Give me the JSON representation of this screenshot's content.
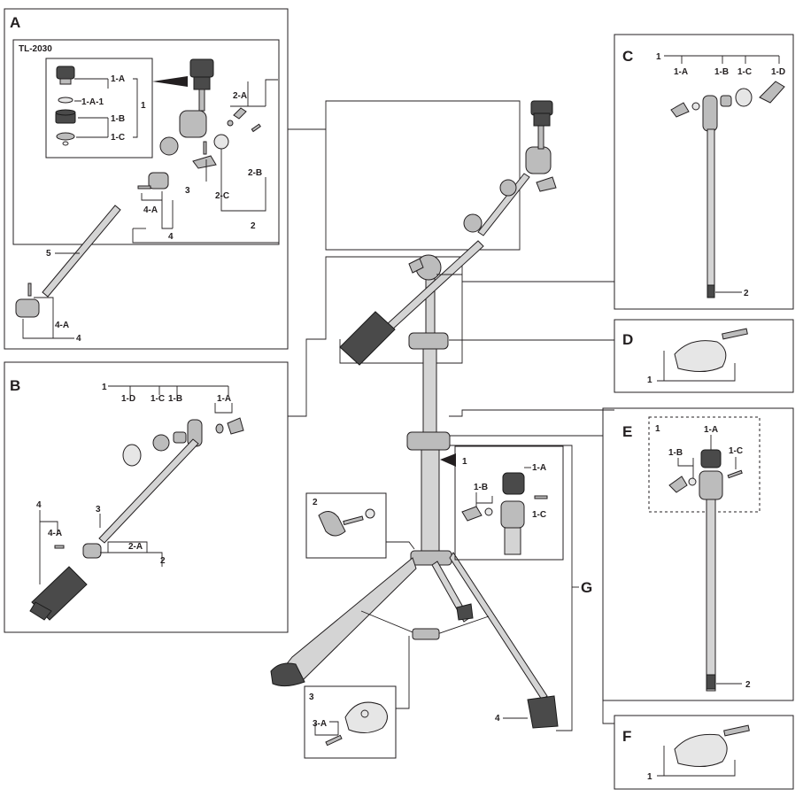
{
  "sections": {
    "a": {
      "letter": "A",
      "model": "TL-2030",
      "labels": [
        "1",
        "1-A",
        "1-A-1",
        "1-B",
        "1-C",
        "2-A",
        "2-B",
        "2-C",
        "2",
        "3",
        "4-A",
        "4",
        "5",
        "4-A",
        "4"
      ]
    },
    "b": {
      "letter": "B",
      "labels": [
        "1",
        "1-D",
        "1-C",
        "1-B",
        "1-A",
        "3",
        "4",
        "4-A",
        "2-A",
        "2"
      ]
    },
    "c": {
      "letter": "C",
      "labels": [
        "1",
        "1-A",
        "1-B",
        "1-C",
        "1-D",
        "2"
      ]
    },
    "d": {
      "letter": "D",
      "labels": [
        "1"
      ]
    },
    "e": {
      "letter": "E",
      "labels": [
        "1",
        "1-A",
        "1-B",
        "1-C",
        "2"
      ]
    },
    "f": {
      "letter": "F",
      "labels": [
        "1"
      ]
    },
    "g": {
      "letter": "G"
    },
    "inset1": {
      "labels": [
        "1",
        "1-A",
        "1-B",
        "1-C"
      ]
    },
    "inset2": {
      "labels": [
        "2"
      ]
    },
    "inset3": {
      "labels": [
        "3",
        "3-A"
      ]
    },
    "stand": {
      "labels": [
        "4"
      ]
    }
  }
}
